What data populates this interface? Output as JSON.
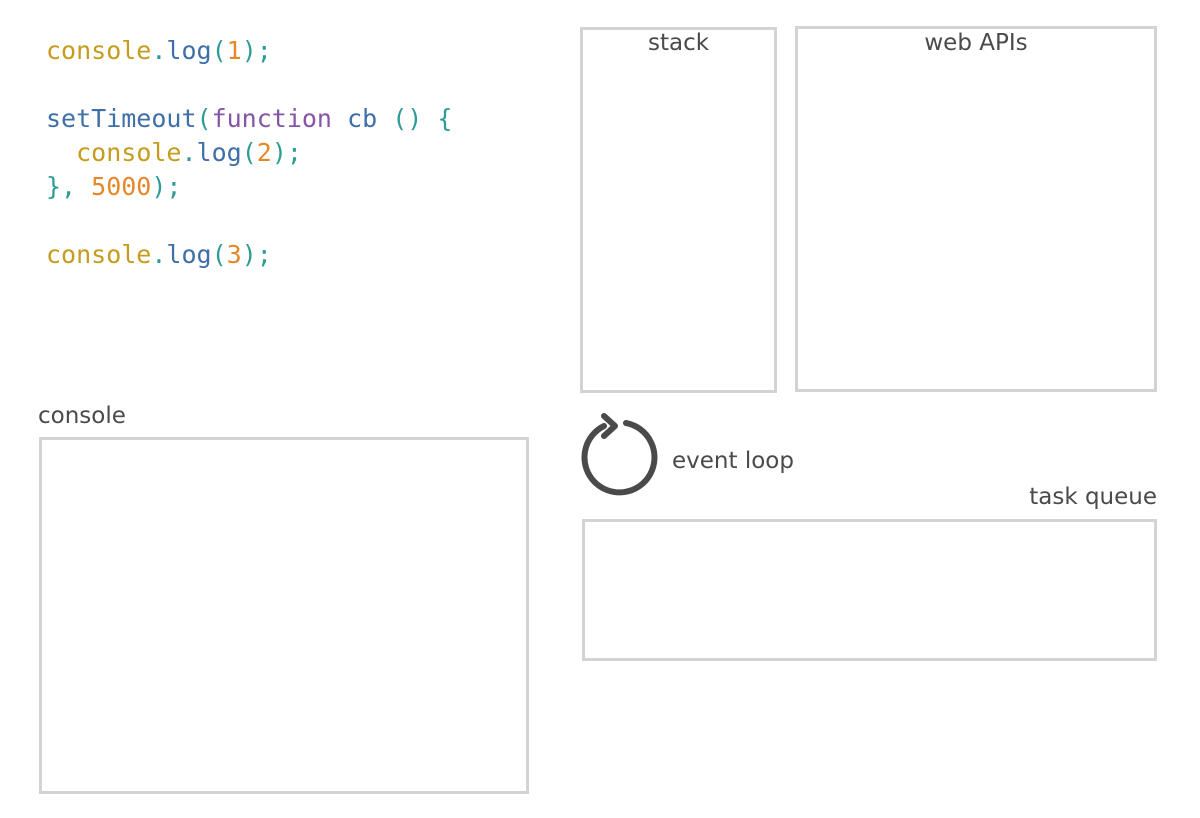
{
  "code": {
    "lines": [
      [
        {
          "text": "console",
          "type": "ident"
        },
        {
          "text": ".",
          "type": "punct"
        },
        {
          "text": "log",
          "type": "method"
        },
        {
          "text": "(",
          "type": "punct"
        },
        {
          "text": "1",
          "type": "number"
        },
        {
          "text": ");",
          "type": "punct"
        }
      ],
      [],
      [
        {
          "text": "setTimeout",
          "type": "method"
        },
        {
          "text": "(",
          "type": "punct"
        },
        {
          "text": "function",
          "type": "keyword"
        },
        {
          "text": " ",
          "type": "punct"
        },
        {
          "text": "cb",
          "type": "method"
        },
        {
          "text": " () {",
          "type": "punct"
        }
      ],
      [
        {
          "text": "  ",
          "type": "punct"
        },
        {
          "text": "console",
          "type": "ident"
        },
        {
          "text": ".",
          "type": "punct"
        },
        {
          "text": "log",
          "type": "method"
        },
        {
          "text": "(",
          "type": "punct"
        },
        {
          "text": "2",
          "type": "number"
        },
        {
          "text": ");",
          "type": "punct"
        }
      ],
      [
        {
          "text": "}, ",
          "type": "punct"
        },
        {
          "text": "5000",
          "type": "number"
        },
        {
          "text": ");",
          "type": "punct"
        }
      ],
      [],
      [
        {
          "text": "console",
          "type": "ident"
        },
        {
          "text": ".",
          "type": "punct"
        },
        {
          "text": "log",
          "type": "method"
        },
        {
          "text": "(",
          "type": "punct"
        },
        {
          "text": "3",
          "type": "number"
        },
        {
          "text": ");",
          "type": "punct"
        }
      ]
    ]
  },
  "panels": {
    "stack": {
      "title": "stack"
    },
    "web_apis": {
      "title": "web APIs"
    },
    "console": {
      "title": "console"
    },
    "task_queue": {
      "title": "task queue"
    }
  },
  "event_loop": {
    "label": "event loop",
    "icon": "circular-arrow-icon"
  },
  "colors": {
    "identifier": "#c69c1d",
    "method": "#3f6fa8",
    "punctuation": "#2e9c96",
    "number": "#e5882b",
    "keyword": "#8556a8",
    "panel_border": "#d3d3d3",
    "label_text": "#4a4a4a",
    "loop_icon": "#4a4a4a"
  }
}
